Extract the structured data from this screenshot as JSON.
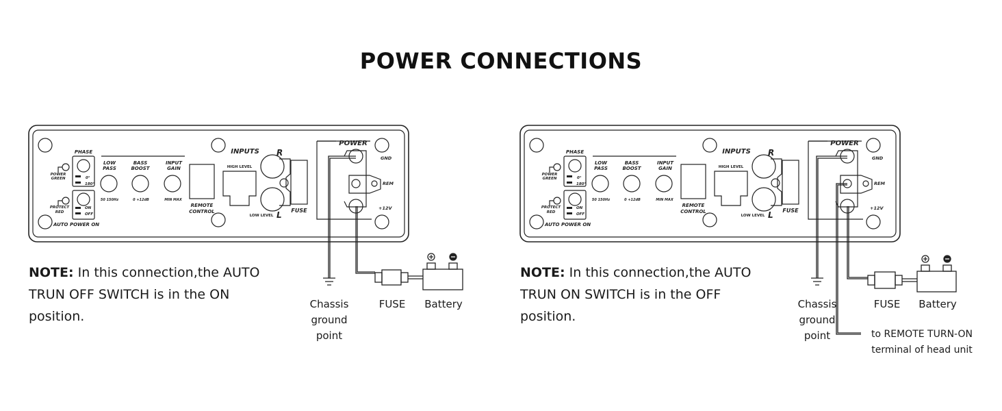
{
  "title": "POWER CONNECTIONS",
  "left": {
    "panel": {
      "phase": "PHASE",
      "phase_0": "0°",
      "phase_180": "180°",
      "power_green_1": "POWER",
      "power_green_2": "GREEN",
      "protect_red_1": "PROTECT",
      "protect_red_2": "RED",
      "switch_on": "ON",
      "switch_off": "OFF",
      "auto_power_on": "AUTO POWER ON",
      "low_pass_1": "LOW",
      "low_pass_2": "PASS",
      "low_pass_scale": "50   150Hz",
      "bass_boost_1": "BASS",
      "bass_boost_2": "BOOST",
      "bass_boost_scale": "0   +12dB",
      "input_gain_1": "INPUT",
      "input_gain_2": "GAIN",
      "input_gain_scale": "MIN   MAX",
      "remote_control_1": "REMOTE",
      "remote_control_2": "CONTROL",
      "inputs": "INPUTS",
      "high_level": "HIGH  LEVEL",
      "low_level": "LOW  LEVEL",
      "r": "R",
      "l": "L",
      "fuse": "FUSE",
      "power": "POWER",
      "gnd": "GND",
      "rem": "REM",
      "v12": "+12V"
    },
    "note_label": "NOTE:",
    "note_text": " In this connection,the AUTO TRUN OFF SWITCH is in the ON position.",
    "chassis_1": "Chassis",
    "chassis_2": "ground",
    "chassis_3": "point",
    "fuse_label": "FUSE",
    "battery_label": "Battery"
  },
  "right": {
    "panel": {
      "phase": "PHASE",
      "phase_0": "0°",
      "phase_180": "180°",
      "power_green_1": "POWER",
      "power_green_2": "GREEN",
      "protect_red_1": "PROTECT",
      "protect_red_2": "RED",
      "switch_on": "ON",
      "switch_off": "OFF",
      "auto_power_on": "AUTO POWER ON",
      "low_pass_1": "LOW",
      "low_pass_2": "PASS",
      "low_pass_scale": "50   150Hz",
      "bass_boost_1": "BASS",
      "bass_boost_2": "BOOST",
      "bass_boost_scale": "0   +12dB",
      "input_gain_1": "INPUT",
      "input_gain_2": "GAIN",
      "input_gain_scale": "MIN   MAX",
      "remote_control_1": "REMOTE",
      "remote_control_2": "CONTROL",
      "inputs": "INPUTS",
      "high_level": "HIGH  LEVEL",
      "low_level": "LOW  LEVEL",
      "r": "R",
      "l": "L",
      "fuse": "FUSE",
      "power": "POWER",
      "gnd": "GND",
      "rem": "REM",
      "v12": "+12V"
    },
    "note_label": "NOTE:",
    "note_text": " In this connection,the AUTO TRUN ON SWITCH is in the OFF position.",
    "chassis_1": "Chassis",
    "chassis_2": "ground",
    "chassis_3": "point",
    "fuse_label": "FUSE",
    "battery_label": "Battery",
    "remote_1": "to REMOTE TURN-ON",
    "remote_2": "terminal of head unit"
  }
}
